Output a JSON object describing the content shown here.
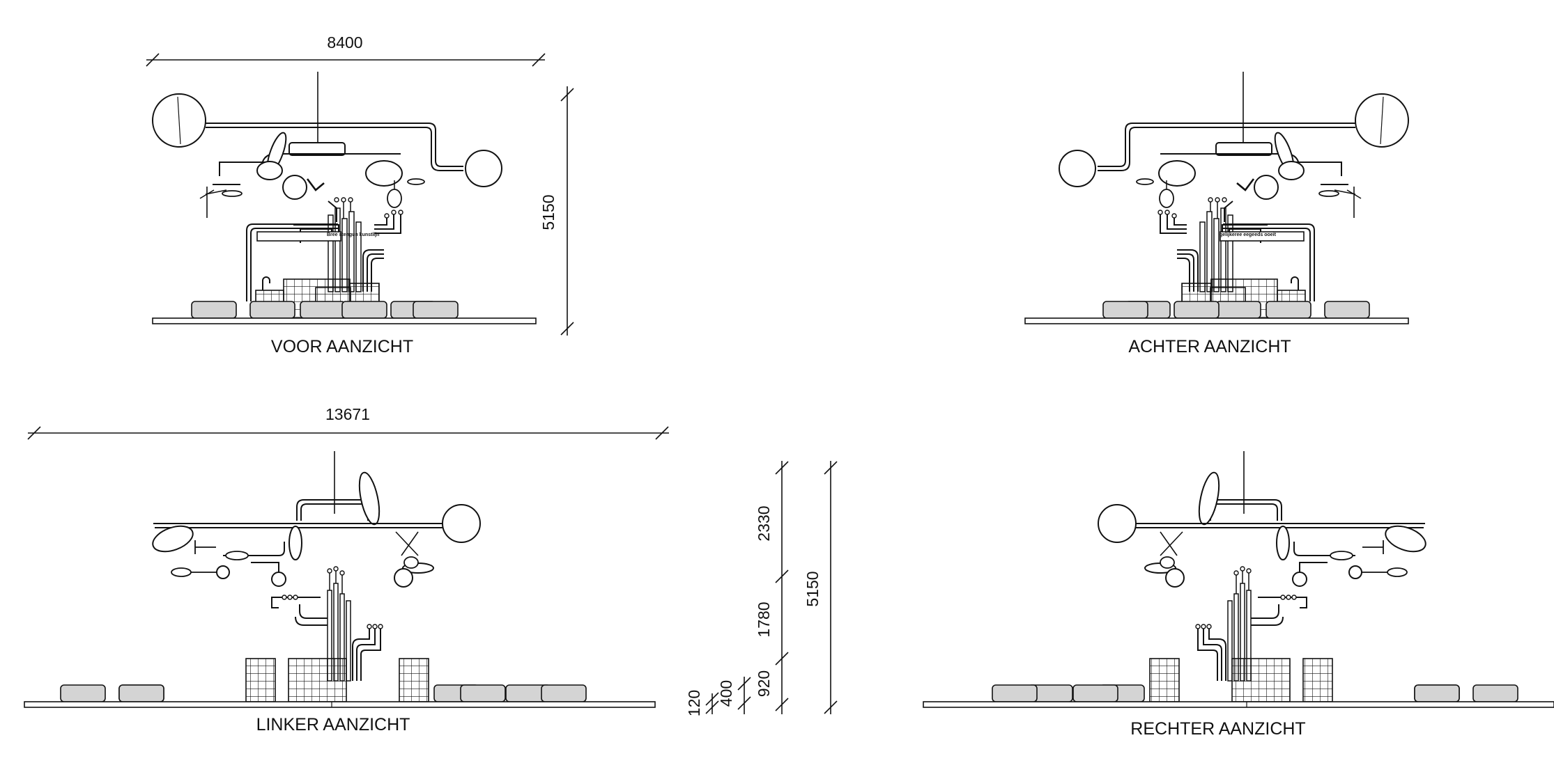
{
  "views": {
    "front": {
      "title": "VOOR  AANZICHT",
      "sign": "Bree stengun kunstlijn"
    },
    "back": {
      "title": "ACHTER AANZICHT",
      "sign": "gelijkeree eegeeds ooeit"
    },
    "left": {
      "title": "LINKER AANZICHT"
    },
    "right": {
      "title": "RECHTER AANZICHT"
    }
  },
  "dimensions": {
    "width_top": "8400",
    "height_top": "5150",
    "width_bottom": "13671",
    "height_bottom": "5150",
    "segment_1": "2330",
    "segment_2": "1780",
    "segment_3": "920",
    "segment_4": "400",
    "segment_5": "120"
  },
  "colors": {
    "line": "#111111",
    "sofa_fill": "#d4d4d4",
    "background": "#ffffff"
  }
}
